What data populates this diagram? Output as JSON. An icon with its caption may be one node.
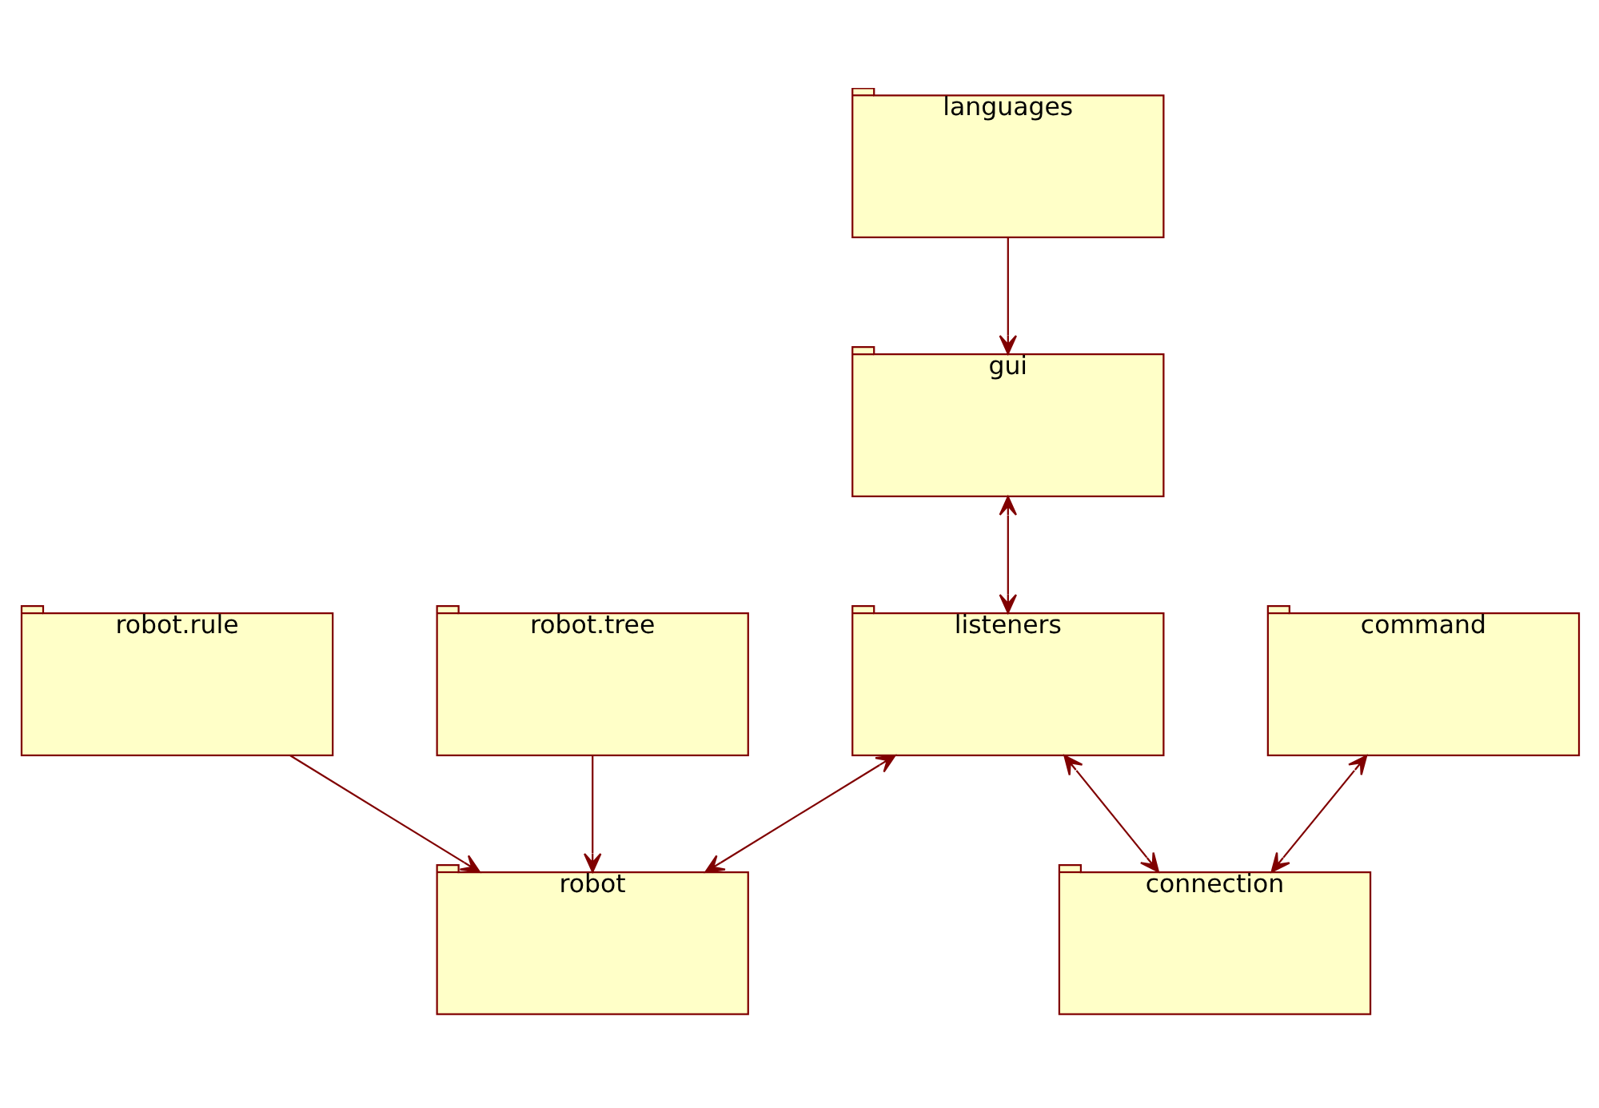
{
  "diagram": {
    "nodes": [
      {
        "text": [
          "gui"
        ]
      },
      {
        "text": [
          "languages"
        ]
      },
      {
        "text": [
          "robot.rule"
        ]
      },
      {
        "text": [
          "robot.tree"
        ]
      },
      {
        "text": [
          "command"
        ]
      },
      {
        "text": [
          "listeners"
        ]
      },
      {
        "text": [
          "robot"
        ]
      },
      {
        "text": [
          "connection"
        ]
      }
    ],
    "edges": [
      {
        "from": 1,
        "to": 0,
        "arrow": "to"
      },
      {
        "from": 0,
        "to": 5,
        "arrow": "both"
      },
      {
        "from": 2,
        "to": 6,
        "arrow": "to"
      },
      {
        "from": 3,
        "to": 6,
        "arrow": "to"
      },
      {
        "from": 4,
        "to": 7,
        "arrow": "both"
      },
      {
        "from": 5,
        "to": 7,
        "arrow": "both"
      },
      {
        "from": 5,
        "to": 6,
        "arrow": "both"
      }
    ]
  }
}
